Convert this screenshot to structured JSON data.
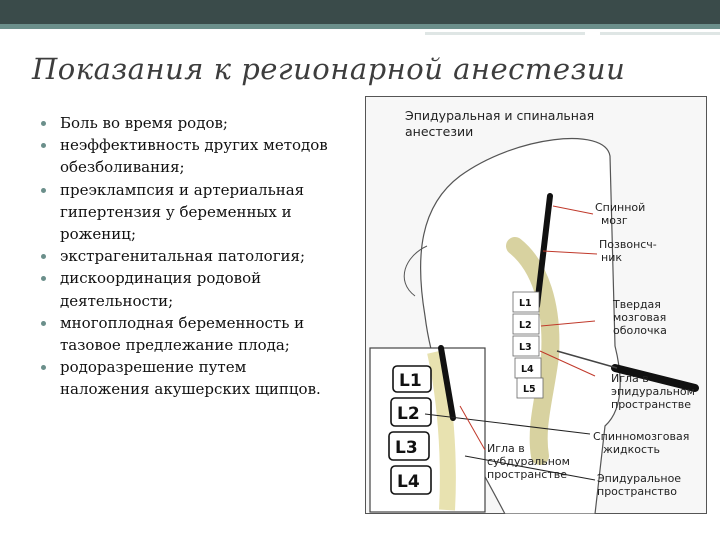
{
  "slide": {
    "title": "Показания к регионарной анестезии",
    "bullets": [
      "Боль во время родов;",
      "неэффективность других методов обезболивания;",
      "преэклампсия и артериальная гипертензия у беременных и рожениц;",
      "экстрагенитальная патология;",
      "дискоординация родовой деятельности;",
      "многоплодная беременность и тазовое предлежание плода;",
      "родоразрешение путем наложения акушерских щипцов."
    ]
  },
  "figure": {
    "title_lines": [
      "Эпидуральная и спинальная",
      "анестезии"
    ],
    "labels": {
      "spinal_cord": [
        "Спинной",
        "мозг"
      ],
      "vertebra": [
        "Позвонсч-",
        "ник"
      ],
      "dura": [
        "Твердая",
        "мозговая",
        "оболочка"
      ],
      "epidural_needle": [
        "Игла в",
        "эпидуральном",
        "пространстве"
      ],
      "csf": [
        "Спинномозговая",
        "жидкость"
      ],
      "subdural_needle": [
        "Игла в",
        "субдуральном",
        "пространстве"
      ],
      "epidural_space": [
        "Эпидуральное",
        "пространство"
      ]
    },
    "small_vertebrae": [
      "L1",
      "L2",
      "L3",
      "L4",
      "L5"
    ],
    "large_vertebrae": [
      "L1",
      "L2",
      "L3",
      "L4"
    ]
  },
  "colors": {
    "header_bar": "#3a4b4a",
    "accent": "#6b8f8b",
    "bullet": "#6b8f8b",
    "title_text": "#3d3d3d",
    "callout_red": "#c0392b"
  }
}
